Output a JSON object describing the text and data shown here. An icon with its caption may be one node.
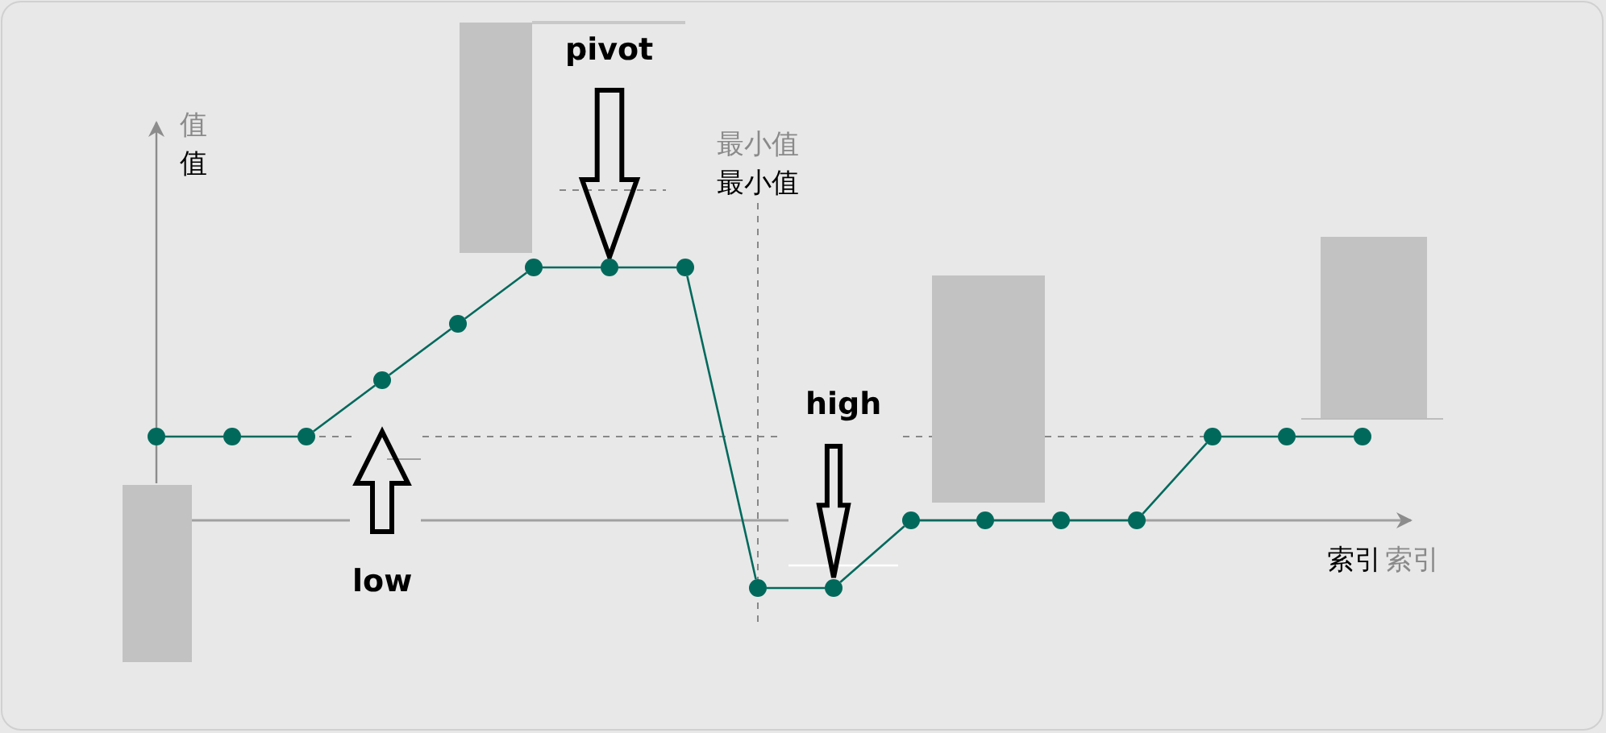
{
  "diagram": {
    "nodes": [
      {
        "text": [],
        "shape": "circle"
      },
      {
        "text": [],
        "shape": "circle"
      },
      {
        "text": [],
        "shape": "circle"
      },
      {
        "text": [],
        "shape": "circle"
      },
      {
        "text": [],
        "shape": "circle"
      },
      {
        "text": [],
        "shape": "circle"
      },
      {
        "text": [],
        "shape": "circle"
      },
      {
        "text": [],
        "shape": "circle"
      },
      {
        "text": [],
        "shape": "circle"
      },
      {
        "text": [],
        "shape": "circle"
      },
      {
        "text": [],
        "shape": "circle"
      },
      {
        "text": [],
        "shape": "circle"
      },
      {
        "text": [],
        "shape": "circle"
      },
      {
        "text": [],
        "shape": "circle"
      },
      {
        "text": [],
        "shape": "circle"
      },
      {
        "text": [],
        "shape": "circle"
      },
      {
        "text": [],
        "shape": "circle"
      }
    ],
    "edges": [
      {
        "from": 0,
        "to": 1,
        "arrow": "none"
      },
      {
        "from": 1,
        "to": 2,
        "arrow": "none"
      },
      {
        "from": 2,
        "to": 3,
        "arrow": "none"
      },
      {
        "from": 3,
        "to": 4,
        "arrow": "none"
      },
      {
        "from": 4,
        "to": 5,
        "arrow": "none"
      },
      {
        "from": 5,
        "to": 6,
        "arrow": "none"
      },
      {
        "from": 6,
        "to": 7,
        "arrow": "none"
      },
      {
        "from": 7,
        "to": 8,
        "arrow": "none"
      },
      {
        "from": 8,
        "to": 9,
        "arrow": "none"
      },
      {
        "from": 9,
        "to": 10,
        "arrow": "none"
      },
      {
        "from": 10,
        "to": 11,
        "arrow": "none"
      },
      {
        "from": 11,
        "to": 12,
        "arrow": "none"
      },
      {
        "from": 12,
        "to": 13,
        "arrow": "none"
      },
      {
        "from": 13,
        "to": 14,
        "arrow": "none"
      },
      {
        "from": 14,
        "to": 15,
        "arrow": "none"
      },
      {
        "from": 15,
        "to": 16,
        "arrow": "none"
      },
      {
        "from": null,
        "to": 6,
        "arrow": "to"
      },
      {
        "from": null,
        "to": 9,
        "arrow": "to"
      }
    ],
    "labels": [
      "pivot",
      "值",
      "值",
      "最小值",
      "最小值",
      "high",
      "low",
      "索引",
      "索引"
    ]
  }
}
